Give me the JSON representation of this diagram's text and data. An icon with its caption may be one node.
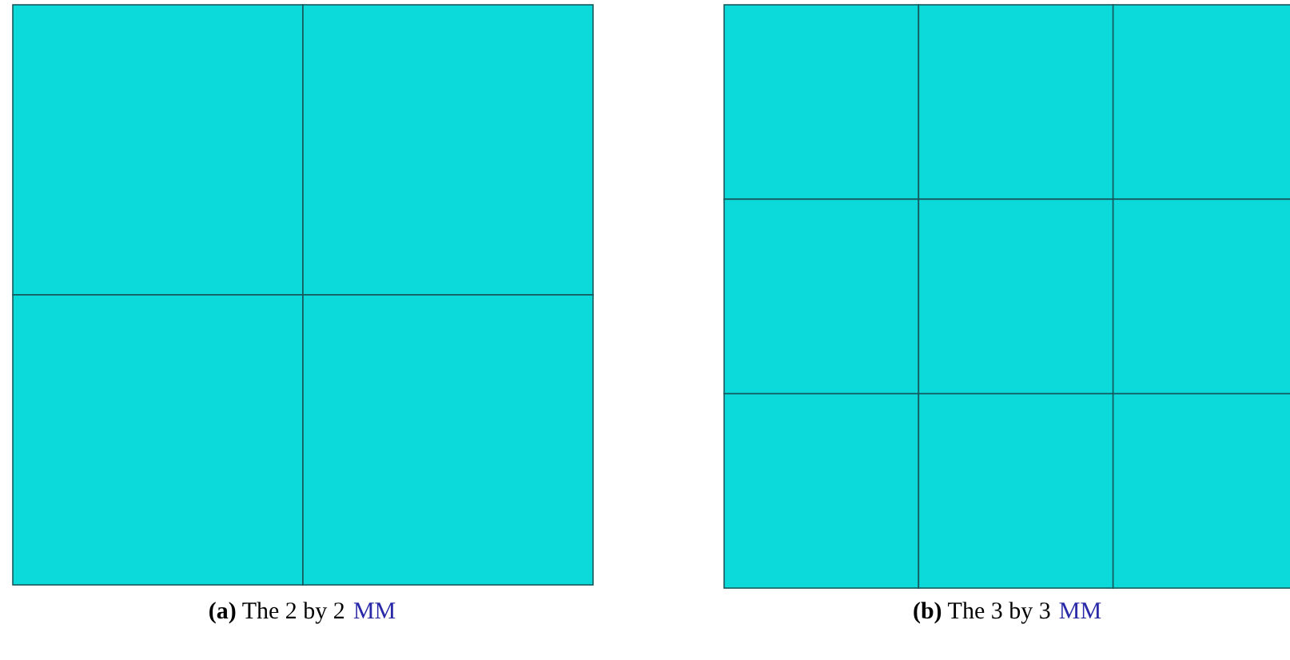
{
  "diagram": {
    "labels": [
      "**(a)** The 2 by 2",
      "MM",
      "**(b)** The 3 by 3",
      "MM"
    ]
  }
}
